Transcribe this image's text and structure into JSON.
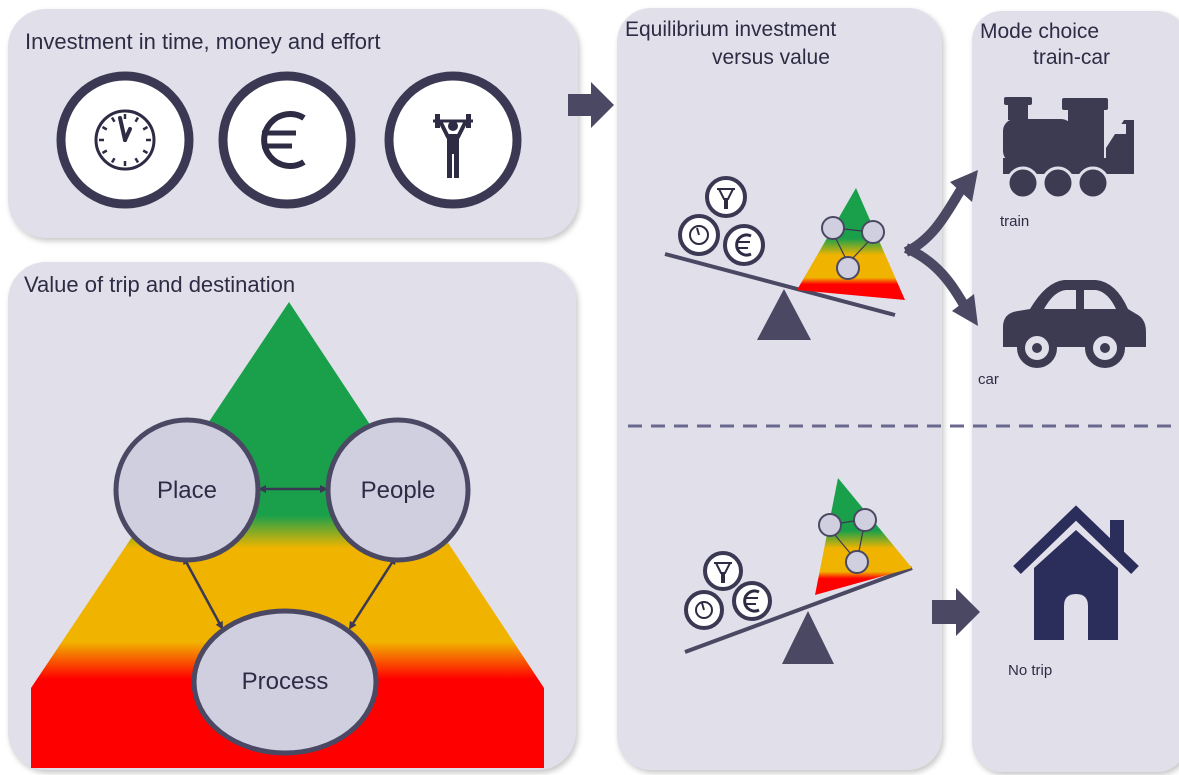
{
  "investment": {
    "title": "Investment in time, money and effort",
    "icons": [
      "clock-icon",
      "euro-icon",
      "weightlifter-icon"
    ]
  },
  "value": {
    "title": "Value of trip and destination",
    "nodes": {
      "place": "Place",
      "people": "People",
      "process": "Process"
    },
    "colors": {
      "top": "#1aa04b",
      "middle": "#f0b400",
      "bottom": "#ff0000"
    }
  },
  "equilibrium": {
    "title_line1": "Equilibrium  investment",
    "title_line2": "versus value"
  },
  "mode_choice": {
    "title_line1": "Mode choice",
    "title_line2": "train-car",
    "options": {
      "train": "train",
      "car": "car",
      "no_trip": "No trip"
    },
    "icons": [
      "train-icon",
      "car-icon",
      "house-icon"
    ]
  },
  "colors": {
    "panel": "#e1e0ea",
    "dark": "#4a4862",
    "navy": "#2b2d5a"
  }
}
